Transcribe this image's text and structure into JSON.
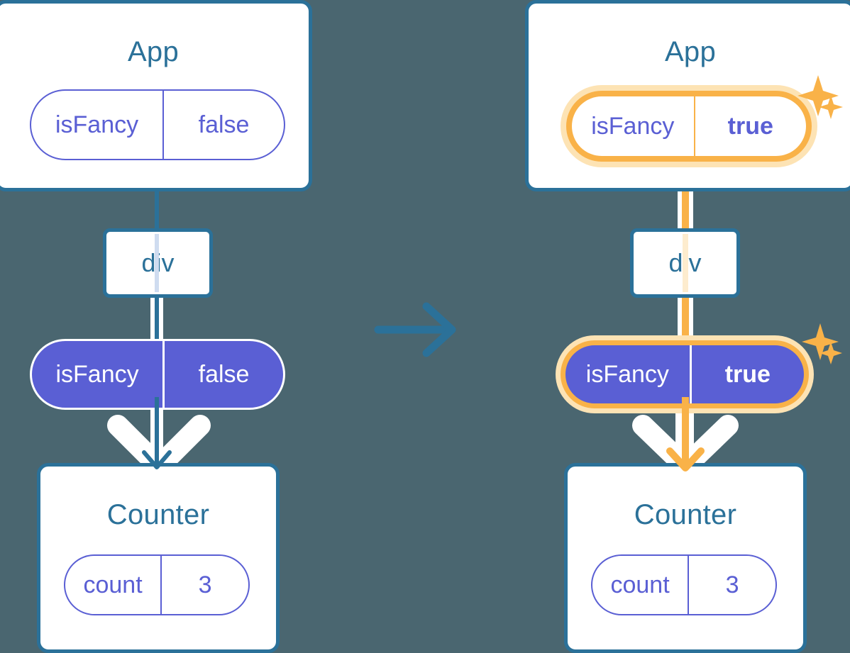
{
  "diagram": {
    "title": "State propagation from App to Counter",
    "background_color": "#4a6670",
    "accent_blue": "#2b7199",
    "accent_purple": "#5a5fd4",
    "accent_orange": "#f9b248",
    "accent_orange_glow": "#fde3b4",
    "transition_arrow": "right-arrow"
  },
  "left": {
    "app": {
      "title": "App",
      "state": {
        "key": "isFancy",
        "value": "false"
      }
    },
    "div": {
      "label": "div"
    },
    "prop_pill": {
      "key": "isFancy",
      "value": "false"
    },
    "counter": {
      "title": "Counter",
      "state": {
        "key": "count",
        "value": "3"
      }
    }
  },
  "right": {
    "app": {
      "title": "App",
      "state": {
        "key": "isFancy",
        "value": "true"
      },
      "highlighted": true,
      "sparkles": 2
    },
    "div": {
      "label": "div"
    },
    "prop_pill": {
      "key": "isFancy",
      "value": "true",
      "highlighted": true,
      "sparkles": 2
    },
    "counter": {
      "title": "Counter",
      "state": {
        "key": "count",
        "value": "3"
      }
    }
  }
}
